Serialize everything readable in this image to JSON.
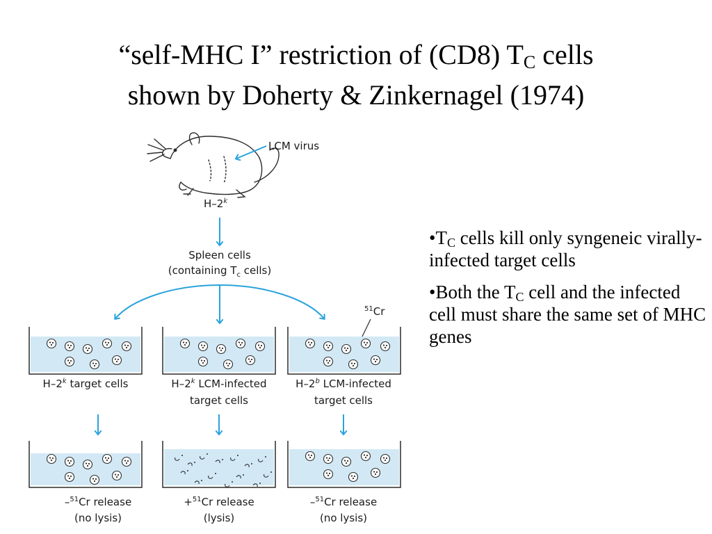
{
  "title": {
    "line1_pre": "“self-MHC I” restriction of (CD8) T",
    "line1_sub": "C",
    "line1_post": " cells",
    "line2": "shown by Doherty & Zinkernagel (1974)"
  },
  "bullets": [
    {
      "pre": "•T",
      "sub": "C",
      "post": " cells kill only syngeneic virally-infected target cells"
    },
    {
      "pre": "•Both the T",
      "sub": "C",
      "post": " cell and the infected cell must share the same set of MHC genes"
    }
  ],
  "diagram": {
    "virus_label": "LCM virus",
    "mouse_strain": {
      "base": "H–2",
      "sup": "k"
    },
    "spleen_line1": "Spleen cells",
    "spleen_line2": {
      "pre": "(containing T",
      "sub": "c",
      "post": " cells)"
    },
    "cr_marker": {
      "sup": "51",
      "base": "Cr"
    },
    "wells": [
      {
        "label_line1": {
          "base": "H–2",
          "sup": "k",
          "post": " target cells"
        },
        "label_line2": "",
        "result_line1": {
          "pre": "–",
          "sup": "51",
          "post": "Cr release"
        },
        "result_line2": "(no lysis)"
      },
      {
        "label_line1": {
          "base": "H–2",
          "sup": "k",
          "post": " LCM-infected"
        },
        "label_line2": "target cells",
        "result_line1": {
          "pre": "+",
          "sup": "51",
          "post": "Cr release"
        },
        "result_line2": "(lysis)"
      },
      {
        "label_line1": {
          "base": "H–2",
          "sup": "b",
          "post": " LCM-infected"
        },
        "label_line2": "target cells",
        "result_line1": {
          "pre": "–",
          "sup": "51",
          "post": "Cr release"
        },
        "result_line2": "(no lysis)"
      }
    ],
    "colors": {
      "arrow": "#29a3dc",
      "fluid": "#d2e9f5",
      "outline": "#2b2b2b"
    }
  }
}
